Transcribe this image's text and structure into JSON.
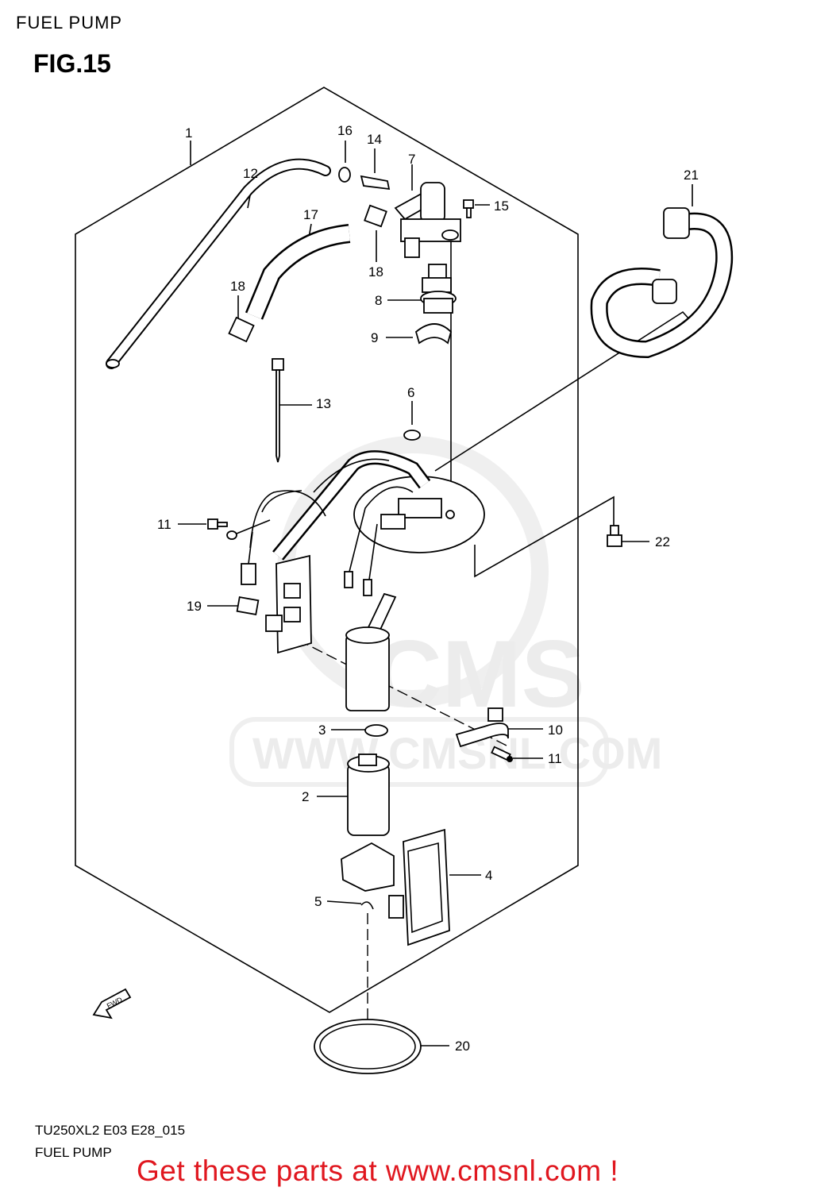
{
  "header": {
    "title": "FUEL PUMP"
  },
  "figure": {
    "label": "FIG.15"
  },
  "callouts": [
    "1",
    "12",
    "16",
    "14",
    "7",
    "15",
    "17",
    "18",
    "8",
    "9",
    "18",
    "13",
    "6",
    "11",
    "19",
    "3",
    "2",
    "5",
    "4",
    "10",
    "11",
    "21",
    "22",
    "20"
  ],
  "arrow": {
    "label": "FWD"
  },
  "watermark": {
    "brand": "CMS",
    "url": "WWW.CMSNL.COM"
  },
  "footer": {
    "code": "TU250XL2 E03 E28_015",
    "title": "FUEL PUMP",
    "promo": "Get these parts at www.cmsnl.com !"
  },
  "colors": {
    "line": "#000000",
    "promo_text": "#e0171f",
    "watermark": "#ececec"
  }
}
